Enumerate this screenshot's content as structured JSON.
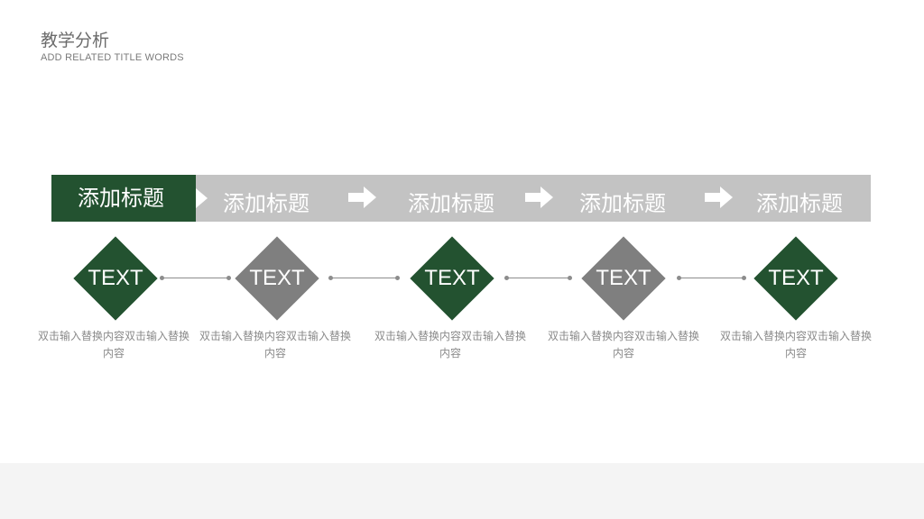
{
  "title": "教学分析",
  "subtitle": "ADD RELATED TITLE WORDS",
  "steps": [
    {
      "heading": "添加标题",
      "badge": "TEXT",
      "description": "双击输入替换内容双击输入替换内容"
    },
    {
      "heading": "添加标题",
      "badge": "TEXT",
      "description": "双击输入替换内容双击输入替换内容"
    },
    {
      "heading": "添加标题",
      "badge": "TEXT",
      "description": "双击输入替换内容双击输入替换内容"
    },
    {
      "heading": "添加标题",
      "badge": "TEXT",
      "description": "双击输入替换内容双击输入替换内容"
    },
    {
      "heading": "添加标题",
      "badge": "TEXT",
      "description": "双击输入替换内容双击输入替换内容"
    }
  ],
  "colors": {
    "accent_green": "#235230",
    "neutral_gray": "#7f7f7f",
    "bar_gray": "#c3c3c3"
  },
  "icons": {
    "separator": "arrow-right-icon"
  }
}
